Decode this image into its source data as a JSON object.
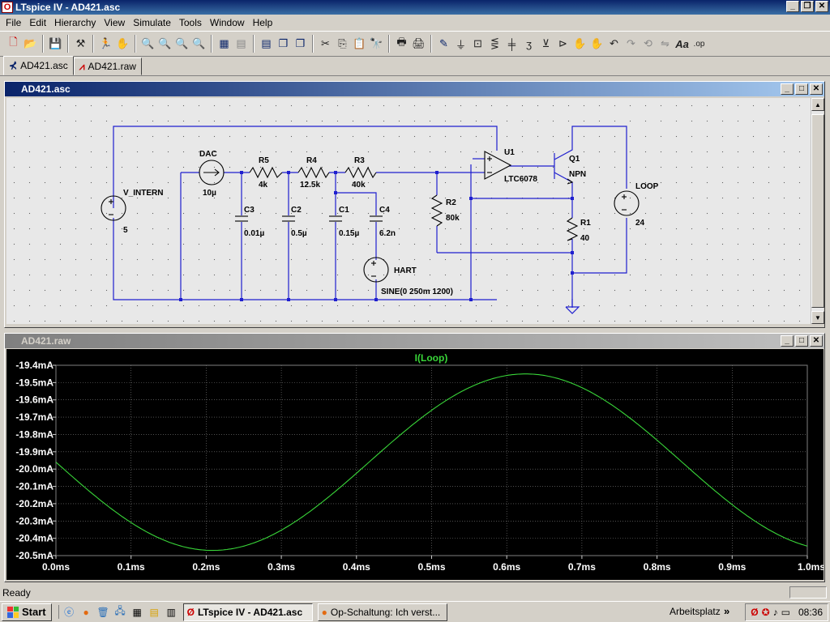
{
  "window": {
    "title": "LTspice IV - AD421.asc",
    "icon": "O"
  },
  "menu": [
    "File",
    "Edit",
    "Hierarchy",
    "View",
    "Simulate",
    "Tools",
    "Window",
    "Help"
  ],
  "toolbar_icons": [
    "new-schematic-icon",
    "open-icon",
    "save-icon",
    "control-panel-icon",
    "run-icon",
    "halt-icon",
    "zoom-in-icon",
    "zoom-pan-icon",
    "zoom-out-icon",
    "zoom-fit-icon",
    "autorange-icon",
    "delete-trace-icon",
    "tile-icon",
    "cascade-icon",
    "close-all-icon",
    "cut-icon",
    "copy-icon",
    "paste-icon",
    "find-icon",
    "print-preview-icon",
    "print-icon",
    "wire-icon",
    "ground-icon",
    "label-icon",
    "resistor-icon",
    "capacitor-icon",
    "inductor-icon",
    "diode-icon",
    "component-icon",
    "move-icon",
    "drag-icon",
    "undo-icon",
    "redo-icon",
    "rotate-icon",
    "mirror-icon",
    "text-icon",
    "spice-directive-icon"
  ],
  "tabs": [
    {
      "label": "AD421.asc",
      "icon": "schematic-icon"
    },
    {
      "label": "AD421.raw",
      "icon": "waveform-icon"
    }
  ],
  "schematic_window": {
    "title": "AD421.asc"
  },
  "schematic": {
    "labels": {
      "dac": "DAC",
      "dac_val": "10µ",
      "vintern": "V_INTERN",
      "vintern_val": "5",
      "r5": "R5",
      "r5_val": "4k",
      "r4": "R4",
      "r4_val": "12.5k",
      "r3": "R3",
      "r3_val": "40k",
      "c3": "C3",
      "c3_val": "0.01µ",
      "c2": "C2",
      "c2_val": "0.5µ",
      "c1": "C1",
      "c1_val": "0.15µ",
      "c4": "C4",
      "c4_val": "6.2n",
      "hart": "HART",
      "hart_val": "SINE(0 250m 1200)",
      "r2": "R2",
      "r2_val": "80k",
      "u1": "U1",
      "u1_val": "LTC6078",
      "q1": "Q1",
      "q1_val": "NPN",
      "r1": "R1",
      "r1_val": "40",
      "loop": "LOOP",
      "loop_val": "24"
    }
  },
  "waveform_window": {
    "title": "AD421.raw"
  },
  "chart_data": {
    "type": "line",
    "title": "I(Loop)",
    "xlabel": "",
    "ylabel": "",
    "x_ticks": [
      "0.0ms",
      "0.1ms",
      "0.2ms",
      "0.3ms",
      "0.4ms",
      "0.5ms",
      "0.6ms",
      "0.7ms",
      "0.8ms",
      "0.9ms",
      "1.0ms"
    ],
    "y_ticks": [
      "-19.4mA",
      "-19.5mA",
      "-19.6mA",
      "-19.7mA",
      "-19.8mA",
      "-19.9mA",
      "-20.0mA",
      "-20.1mA",
      "-20.2mA",
      "-20.3mA",
      "-20.4mA",
      "-20.5mA"
    ],
    "xlim": [
      0,
      1.0
    ],
    "ylim": [
      -20.5,
      -19.4
    ],
    "grid": true,
    "background": "#000000",
    "grid_color": "#808080",
    "trace_color": "#39d639",
    "series": [
      {
        "name": "I(Loop)",
        "x_unit": "ms",
        "y_unit": "mA",
        "offset": -19.96,
        "amplitude": 0.51,
        "frequency_hz": 1200
      }
    ]
  },
  "status": {
    "text": "Ready"
  },
  "taskbar": {
    "start": "Start",
    "tasks": [
      {
        "label": "LTspice IV - AD421.asc",
        "active": true,
        "icon": "ltspice-icon"
      },
      {
        "label": "Op-Schaltung: Ich verst...",
        "active": false,
        "icon": "firefox-icon"
      }
    ],
    "toolbar_label": "Arbeitsplatz",
    "time": "08:36"
  }
}
